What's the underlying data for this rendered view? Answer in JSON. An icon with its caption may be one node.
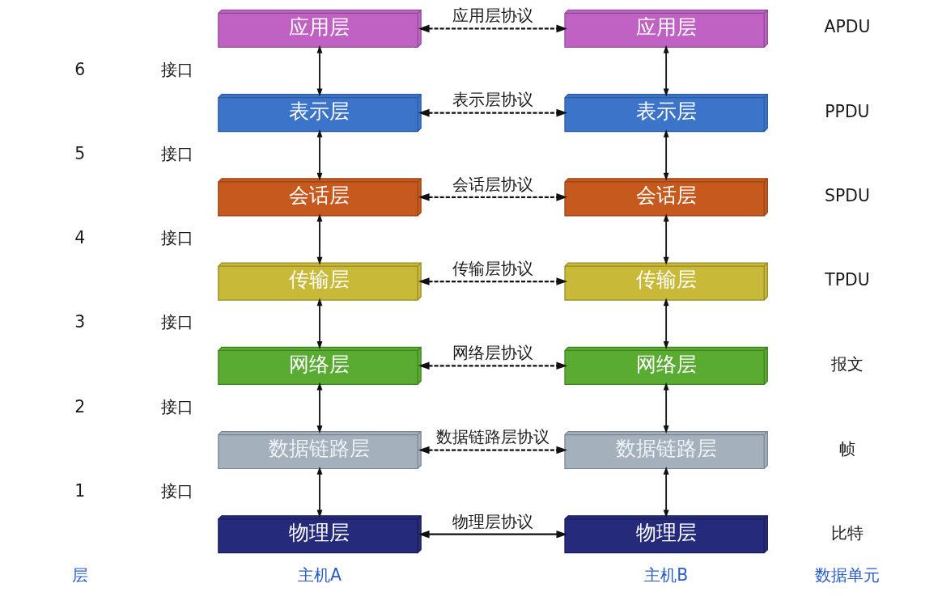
{
  "diagram": {
    "nodes": [
      {
        "text": [
          "应用层"
        ]
      },
      {
        "text": [
          "应用层"
        ]
      },
      {
        "text": [
          "表示层"
        ]
      },
      {
        "text": [
          "表示层"
        ]
      },
      {
        "text": [
          "会话层"
        ]
      },
      {
        "text": [
          "会话层"
        ]
      },
      {
        "text": [
          "传输层"
        ]
      },
      {
        "text": [
          "传输层"
        ]
      },
      {
        "text": [
          "网络层"
        ]
      },
      {
        "text": [
          "网络层"
        ]
      },
      {
        "text": [
          "数据链路层"
        ]
      },
      {
        "text": [
          "数据链路层"
        ]
      },
      {
        "text": [
          "物理层"
        ]
      },
      {
        "text": [
          "物理层"
        ]
      }
    ],
    "edges": [
      {
        "from": 0,
        "to": 1,
        "arrow": "both",
        "label": "应用层协议",
        "style": "dashed"
      },
      {
        "from": 0,
        "to": 2,
        "arrow": "both"
      },
      {
        "from": 1,
        "to": 3,
        "arrow": "both"
      },
      {
        "from": 2,
        "to": 3,
        "arrow": "both",
        "label": "表示层协议",
        "style": "dashed"
      },
      {
        "from": 2,
        "to": 4,
        "arrow": "both"
      },
      {
        "from": 3,
        "to": 5,
        "arrow": "both"
      },
      {
        "from": 4,
        "to": 5,
        "arrow": "both",
        "label": "会话层协议",
        "style": "dashed"
      },
      {
        "from": 4,
        "to": 6,
        "arrow": "both"
      },
      {
        "from": 5,
        "to": 7,
        "arrow": "both"
      },
      {
        "from": 6,
        "to": 7,
        "arrow": "both",
        "label": "传输层协议",
        "style": "dashed"
      },
      {
        "from": 6,
        "to": 8,
        "arrow": "both"
      },
      {
        "from": 7,
        "to": 9,
        "arrow": "both"
      },
      {
        "from": 8,
        "to": 9,
        "arrow": "both",
        "label": "网络层协议",
        "style": "dashed"
      },
      {
        "from": 8,
        "to": 10,
        "arrow": "both"
      },
      {
        "from": 9,
        "to": 11,
        "arrow": "both"
      },
      {
        "from": 10,
        "to": 11,
        "arrow": "both",
        "label": "数据链路层协议",
        "style": "dashed"
      },
      {
        "from": 10,
        "to": 12,
        "arrow": "both"
      },
      {
        "from": 11,
        "to": 13,
        "arrow": "both"
      },
      {
        "from": 12,
        "to": 13,
        "arrow": "both",
        "label": "物理层协议"
      }
    ],
    "labels": [
      "APDU",
      "6",
      "接口",
      "PPDU",
      "5",
      "接口",
      "SPDU",
      "4",
      "接口",
      "TPDU",
      "3",
      "接口",
      "报文",
      "2",
      "接口",
      "帧",
      "1",
      "接口",
      "比特",
      "层",
      "主机A",
      "主机B",
      "数据单元"
    ]
  }
}
